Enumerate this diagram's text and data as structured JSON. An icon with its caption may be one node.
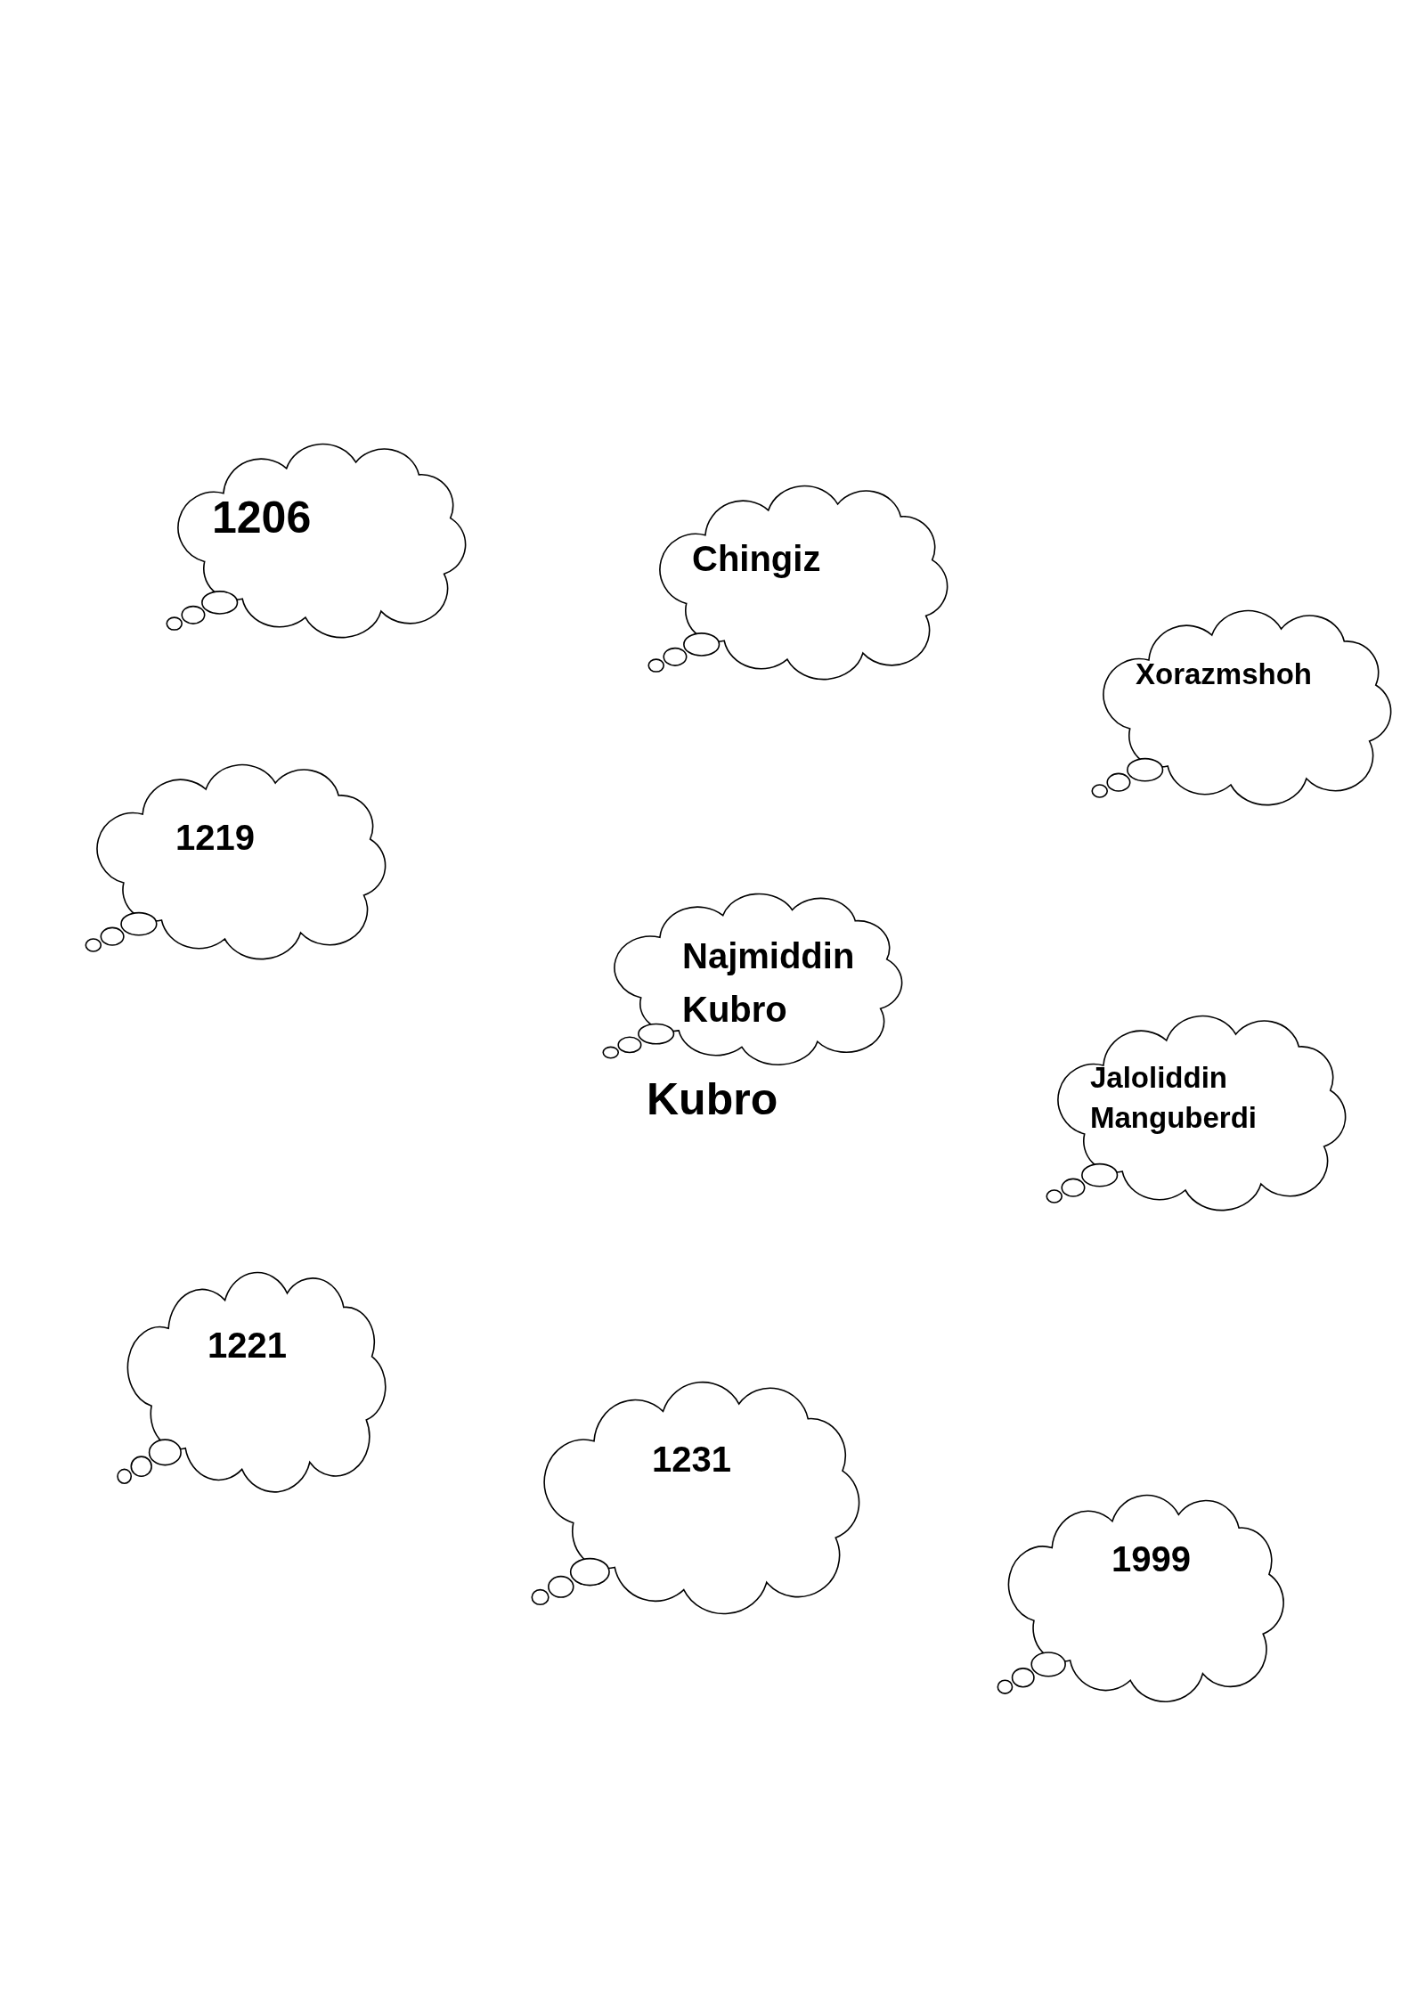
{
  "diagram": {
    "nodes": [
      {
        "text": [
          "1206"
        ]
      },
      {
        "text": [
          "Chingiz"
        ]
      },
      {
        "text": [
          "Xorazmshoh"
        ]
      },
      {
        "text": [
          "1219"
        ]
      },
      {
        "text": [
          "Najmiddin Kubro",
          "Kubro"
        ]
      },
      {
        "text": [
          "Jaloliddin Manguberdi"
        ]
      },
      {
        "text": [
          "1221"
        ]
      },
      {
        "text": [
          "1231"
        ]
      },
      {
        "text": [
          "1999"
        ]
      }
    ],
    "edges": []
  }
}
